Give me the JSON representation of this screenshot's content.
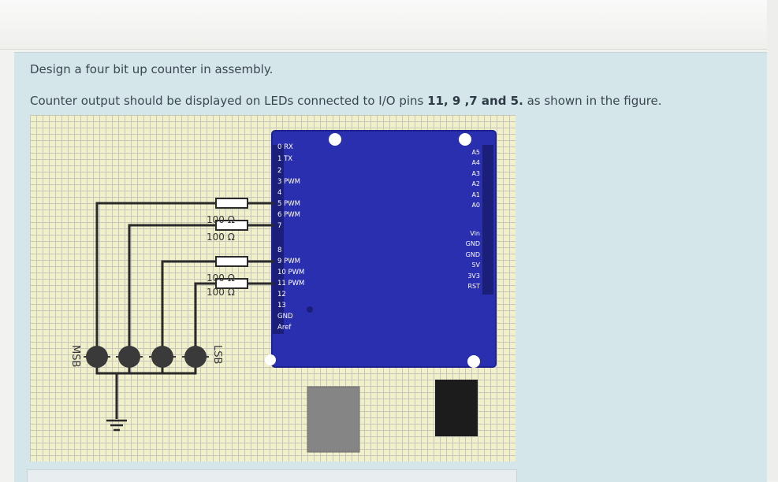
{
  "question": {
    "line1": "Design a four bit up counter in assembly.",
    "line2_prefix": "Counter output should be displayed on LEDs connected to I/O pins ",
    "line2_pins": "11, 9 ,7 and 5.",
    "line2_suffix": " as shown in the figure."
  },
  "figure": {
    "resistor_labels": [
      "100 Ω",
      "100 Ω",
      "100 Ω",
      "100 Ω"
    ],
    "msb_label": "MSB",
    "lsb_label": "LSB",
    "digital_pins": [
      "0 RX",
      "1 TX",
      "2",
      "3 PWM",
      "4",
      "5 PWM",
      "6 PWM",
      "7",
      "8",
      "9 PWM",
      "10 PWM",
      "11 PWM",
      "12",
      "13",
      "GND",
      "Aref"
    ],
    "analog_pins": [
      "A5",
      "A4",
      "A3",
      "A2",
      "A1",
      "A0"
    ],
    "power_pins": [
      "Vin",
      "GND",
      "GND",
      "5V",
      "3V3",
      "RST"
    ],
    "colors": {
      "board": "#2a2fb0",
      "board_edge": "#1d2290",
      "wire": "#2a2a2a",
      "led": "#3a3a3a",
      "grid_bg": "#f1f0c9",
      "usb": "#858585",
      "power_jack": "#1c1c1c"
    }
  }
}
